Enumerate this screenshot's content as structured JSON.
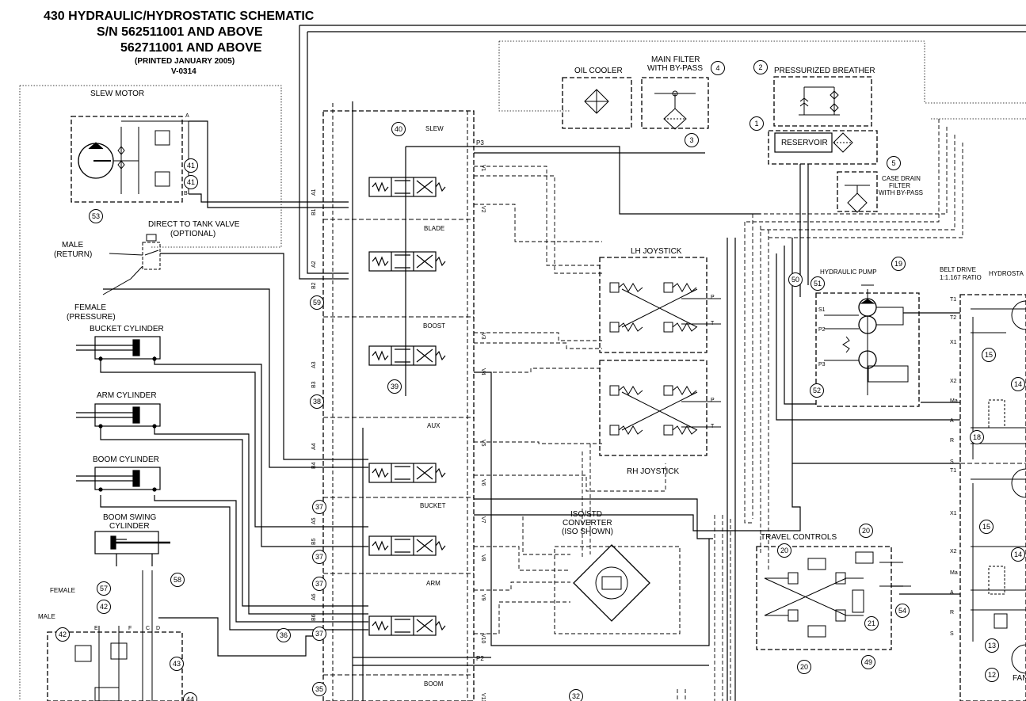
{
  "title": {
    "line1": "430 HYDRAULIC/HYDROSTATIC SCHEMATIC",
    "line2": "S/N 562511001 AND ABOVE",
    "line3": "562711001 AND ABOVE",
    "printed": "(PRINTED JANUARY 2005)",
    "code": "V-0314"
  },
  "labels": {
    "slew_motor": "SLEW MOTOR",
    "direct_tank_1": "DIRECT TO TANK VALVE",
    "direct_tank_2": "(OPTIONAL)",
    "male": "MALE",
    "return": "(RETURN)",
    "female": "FEMALE",
    "pressure": "(PRESSURE)",
    "bucket_cyl": "BUCKET CYLINDER",
    "arm_cyl": "ARM CYLINDER",
    "boom_cyl": "BOOM CYLINDER",
    "boom_swing_1": "BOOM SWING",
    "boom_swing_2": "CYLINDER",
    "oil_cooler": "OIL COOLER",
    "main_filter_1": "MAIN FILTER",
    "main_filter_2": "WITH BY-PASS",
    "breather": "PRESSURIZED BREATHER",
    "reservoir": "RESERVOIR",
    "case_drain_1": "CASE DRAIN",
    "case_drain_2": "FILTER",
    "case_drain_3": "WITH BY-PASS",
    "lh_joystick": "LH JOYSTICK",
    "rh_joystick": "RH JOYSTICK",
    "hyd_pump": "HYDRAULIC PUMP",
    "belt_drive_1": "BELT DRIVE",
    "belt_drive_2": "1:1.167 RATIO",
    "hydrostatic": "HYDROSTA",
    "iso_1": "ISO/STD",
    "iso_2": "CONVERTER",
    "iso_3": "(ISO SHOWN)",
    "travel": "TRAVEL CONTROLS",
    "fan": "FAN",
    "female2": "FEMALE",
    "male2": "MALE",
    "sec_slew": "SLEW",
    "sec_blade": "BLADE",
    "sec_boost": "BOOST",
    "sec_aux": "AUX",
    "sec_bucket": "BUCKET",
    "sec_arm": "ARM",
    "sec_boom": "BOOM"
  },
  "ports": {
    "a": "A",
    "b": "B",
    "p3": "P3",
    "p2": "P2",
    "p": "P",
    "t": "T",
    "left": [
      "A1",
      "B1",
      "A2",
      "B2",
      "A3",
      "B3",
      "A4",
      "B4",
      "A5",
      "B5",
      "A6",
      "B6"
    ],
    "right": [
      "V1",
      "V2",
      "V3",
      "V4",
      "V5",
      "V6",
      "V7",
      "V8",
      "V9",
      "V10",
      "V11"
    ],
    "pump_left": [
      "S1",
      "P2",
      "P3"
    ],
    "hydro": [
      "T1",
      "T2",
      "X1",
      "X2",
      "Ma",
      "A",
      "R",
      "S",
      "T1",
      "X1",
      "X2",
      "Ma",
      "A",
      "R",
      "S"
    ],
    "swing": [
      "E",
      "F",
      "C",
      "D"
    ]
  },
  "callouts": [
    "1",
    "2",
    "3",
    "4",
    "5",
    "12",
    "13",
    "14",
    "14",
    "15",
    "15",
    "18",
    "19",
    "20",
    "20",
    "20",
    "21",
    "32",
    "35",
    "36",
    "37",
    "37",
    "37",
    "37",
    "38",
    "39",
    "40",
    "41",
    "41",
    "42",
    "42",
    "43",
    "44",
    "49",
    "50",
    "51",
    "52",
    "53",
    "54",
    "57",
    "58",
    "59"
  ]
}
